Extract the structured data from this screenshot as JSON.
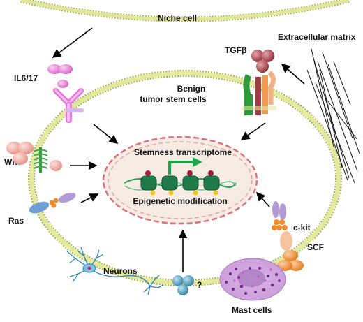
{
  "labels": {
    "niche_cell": "Niche cell",
    "extracellular_matrix": "Extracellular matrix",
    "tgfb": "TGFβ",
    "il6_17": "IL6/17",
    "benign_line1": "Benign",
    "benign_line2": "tumor stem cells",
    "wnt": "Wnt",
    "stemness": "Stemness transcriptome",
    "epigenetic": "Epigenetic modification",
    "ras": "Ras",
    "ckit": "c-kit",
    "scf": "SCF",
    "neurons": "Neurons",
    "unknown": "?",
    "mast_cells": "Mast cells"
  },
  "colors": {
    "membrane": "#d7e08a",
    "membrane_stroke": "#a7b24e",
    "nucleus_dash": "#d9737a",
    "nucleus_fill": "#f7ece4",
    "arrow": "#000000",
    "il6_pink": "#e77ad8",
    "tgfb_red": "#9c3c43",
    "tgfb_green": "#2f9a3a",
    "tgfb_orange": "#f29a50",
    "wnt_pink": "#f1a9a1",
    "ras_blue": "#6f9ed6",
    "ckit_purple": "#b39bd6",
    "scf_orange": "#f08a2a",
    "neuron_blue": "#2c7fb8",
    "unknown_teal": "#3d8fb0",
    "mast_purple": "#8a3fa0",
    "dna_green": "#2aa05a",
    "transcript_arrow": "#18a84a"
  }
}
